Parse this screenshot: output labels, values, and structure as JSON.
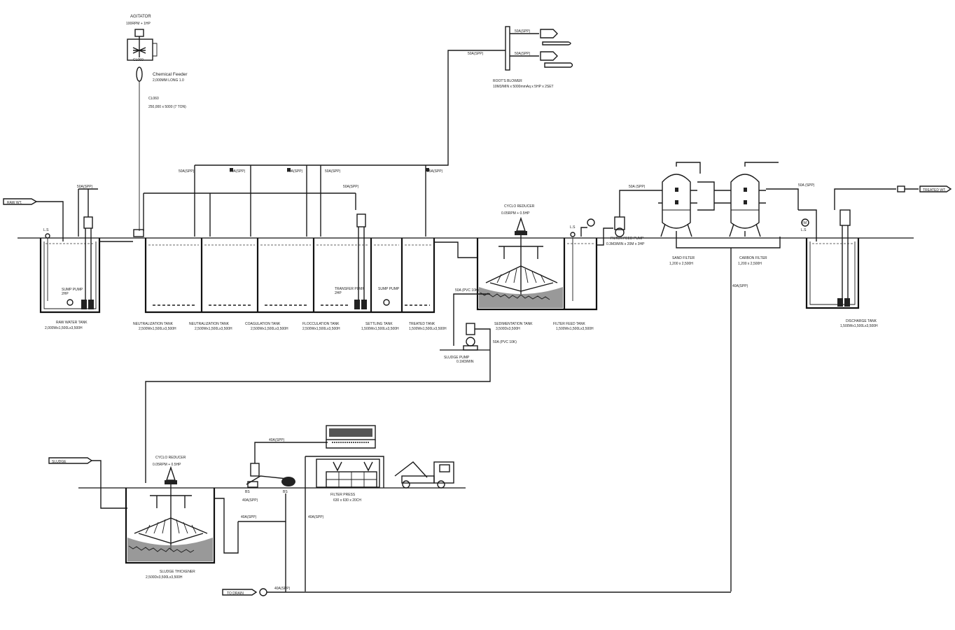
{
  "diagram": {
    "top_equipment": {
      "agitator_label": "AGITATOR",
      "agitator_spec": "100RPM + 1HP",
      "chemical_feeder_label": "Chemical Feeder",
      "chemical_feeder_spec": "2,000MM LONG 1.0",
      "chemical_tank_label": "CL060",
      "chemical_tank_spec": "250,000 x 5000 (7 TON)",
      "blower_label": "ROOT'S BLOWER",
      "blower_spec": "10M3/MIN x 5000mmAq x 5HP x 2SET"
    },
    "pipe_labels": {
      "air_main": "50A(SPP)",
      "air_header_1": "50A(SPP)",
      "air_header_2": "50A(SPP)",
      "air_header_3": "50A(SPP)",
      "air_header_4": "50A(SPP)",
      "air_header_5": "25A(SPP)",
      "pump_line_1": "50A(SPP)",
      "pump_line_2": "50A(SPP)",
      "filter_in": "50A (SPP)",
      "filter_out": "50A (SPP)",
      "return_line": "40A(SPP)",
      "sludge_line_1": "50A (PVC 10K)",
      "sludge_line_2": "50A (PVC 10K)",
      "press_line": "40A(SPP)",
      "drain_line_1": "40A(SPP)",
      "drain_line_2": "40A(SPP)",
      "drain_line_3": "40A(SPP)",
      "blower_branch_1": "50A(SPP)",
      "blower_branch_2": "50A(SPP)"
    },
    "flow_tags": {
      "raw_in": "RAW WT.",
      "treated_out": "TREATED WT.",
      "sludge_in": "SLUDGE",
      "drain_out": "TO DRAIN",
      "bs": "BS"
    },
    "tanks": [
      {
        "name": "RAW WATER TANK",
        "spec": "2,000Wx1,500Lx3,500H"
      },
      {
        "name": "NEUTRALIZATION TANK",
        "spec": "2,500Wx1,500Lx3,500H"
      },
      {
        "name": "NEUTRALIZATION TANK",
        "spec": "2,500Wx1,500Lx3,500H"
      },
      {
        "name": "COAGULATION TANK",
        "spec": "2,500Wx1,500Lx3,500H"
      },
      {
        "name": "FLOCCULATION TANK",
        "spec": "2,500Wx1,500Lx3,500H"
      },
      {
        "name": "SETTLING TANK",
        "spec": "1,500Wx1,500Lx3,500H"
      },
      {
        "name": "TREATED TANK",
        "spec": "1,500Wx1,500Lx3,500H"
      },
      {
        "name": "SEDIMENTATION TANK",
        "spec": "3,500Dx3,500H"
      },
      {
        "name": "FILTER FEED TANK",
        "spec": "1,500Wx1,500Lx3,500H"
      },
      {
        "name": "DISCHARGE TANK",
        "spec": "1,500Wx1,500Lx3,500H"
      },
      {
        "name": "SLUDGE THICKENER",
        "spec": "2,500Dx3,500Lx3,500H"
      }
    ],
    "equipment": {
      "reducer_1_label": "CYCLO REDUCER",
      "reducer_1_spec": "0.05RPM + 0.5HP",
      "reducer_2_label": "CYCLO REDUCER",
      "reducer_2_spec": "0.05RPM + 0.5HP",
      "filter_1_label": "SAND FILTER",
      "filter_1_spec": "1,200 x 2,500H",
      "filter_2_label": "CARBON FILTER",
      "filter_2_spec": "1,200 x 2,500H",
      "filter_pump_label": "FILTER FEED PUMP",
      "filter_pump_spec": "0.3M3/MIN x 20M x 3HP",
      "sludge_pump_label": "SLUDGE PUMP",
      "sludge_pump_spec": "0.1M3/MIN",
      "filter_press_label": "FILTER PRESS",
      "filter_press_spec": "630 x 630 x 20CH",
      "sump_pump_label": "SUMP PUMP",
      "sump_pump_spec": "2HP",
      "transfer_pump_label": "TRANSFER PUMP",
      "transfer_pump_spec": "2HP",
      "level_switch": "L.S",
      "flow_meter": "FM"
    }
  }
}
